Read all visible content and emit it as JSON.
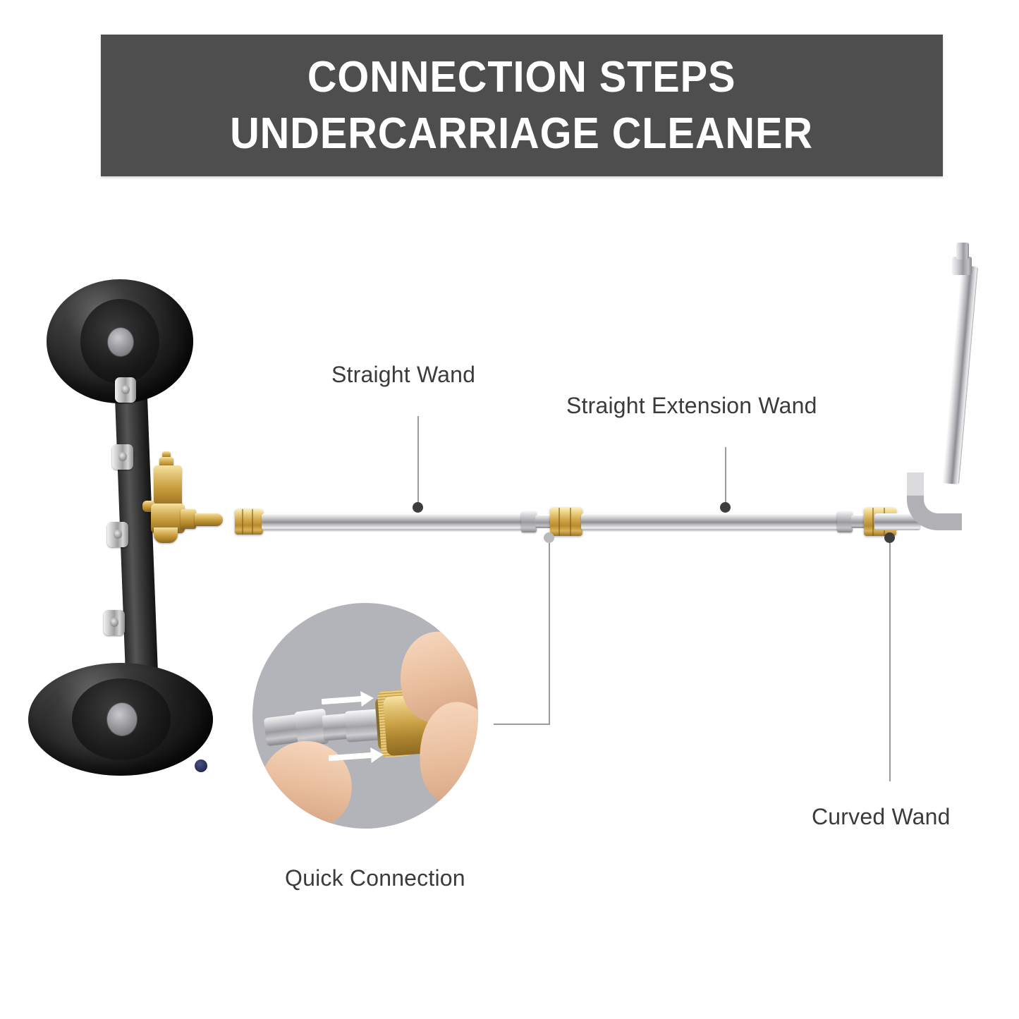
{
  "header": {
    "line1": "CONNECTION STEPS",
    "line2": "UNDERCARRIAGE CLEANER",
    "background_color": "#4f4e4e",
    "text_color": "#ffffff"
  },
  "callouts": [
    {
      "id": "straight-wand",
      "label": "Straight Wand",
      "dot_color": "#3d3d3d"
    },
    {
      "id": "extension-wand",
      "label": "Straight Extension Wand",
      "dot_color": "#3d3d3d"
    },
    {
      "id": "quick-connection",
      "label": "Quick Connection",
      "dot_color": "#b9b9b9"
    },
    {
      "id": "curved-wand",
      "label": "Curved Wand",
      "dot_color": "#3d3d3d"
    }
  ],
  "parts": {
    "undercarriage_cleaner": "undercarriage-cleaner-assembly",
    "wheel_top": "wheel",
    "wheel_bottom": "wheel",
    "brass_valve": "brass-valve",
    "straight_wand": "straight-wand-tube",
    "extension_wand": "straight-extension-wand-tube",
    "curved_wand": "curved-wand-tube"
  },
  "inset": {
    "name": "quick-connection-detail",
    "background_color": "#b2b4b9",
    "arrow_color": "#ffffff"
  },
  "colors": {
    "label_text": "#3b3b3b",
    "leader_line": "#9b9b9b",
    "brass": "#c89d3e",
    "steel": "#b9b9bd",
    "black_bar": "#2a2a2a"
  }
}
